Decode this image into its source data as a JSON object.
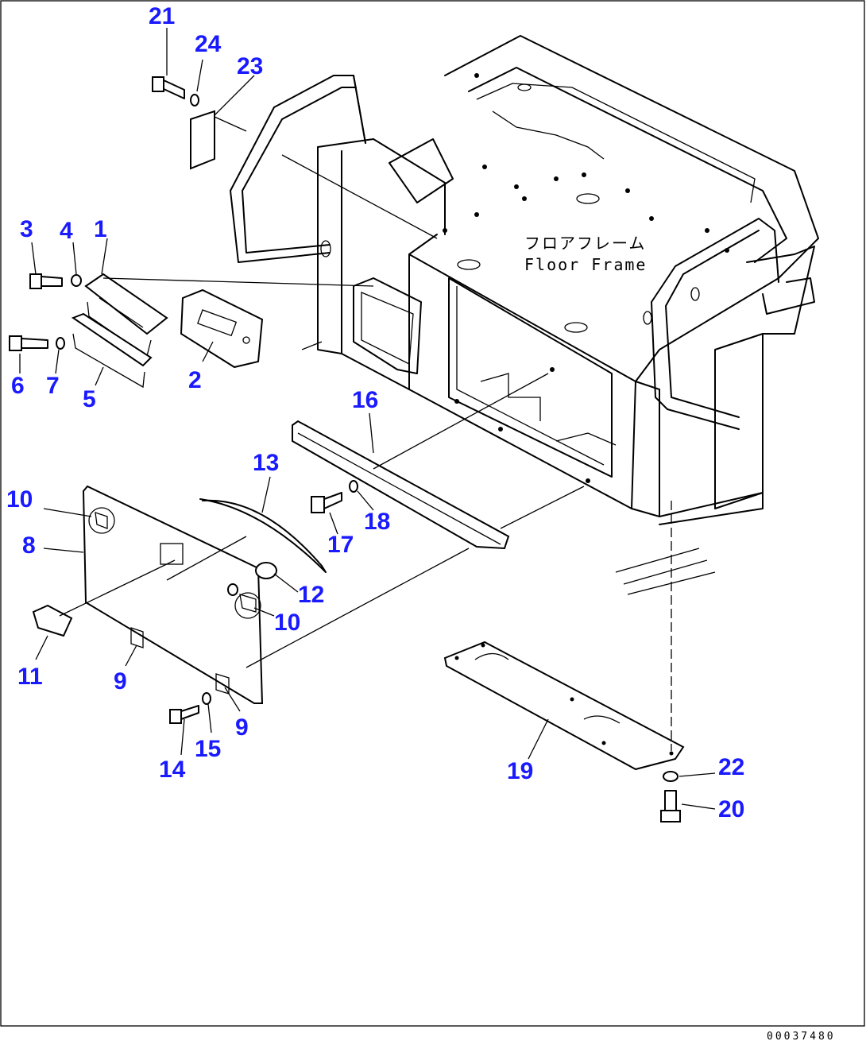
{
  "frame_label": {
    "japanese": "フロアフレーム",
    "english": "Floor Frame"
  },
  "document_number": "00037480",
  "callouts": [
    {
      "id": "1",
      "text": "1"
    },
    {
      "id": "2",
      "text": "2"
    },
    {
      "id": "3",
      "text": "3"
    },
    {
      "id": "4",
      "text": "4"
    },
    {
      "id": "5",
      "text": "5"
    },
    {
      "id": "6",
      "text": "6"
    },
    {
      "id": "7",
      "text": "7"
    },
    {
      "id": "8",
      "text": "8"
    },
    {
      "id": "9a",
      "text": "9"
    },
    {
      "id": "9b",
      "text": "9"
    },
    {
      "id": "10a",
      "text": "10"
    },
    {
      "id": "10b",
      "text": "10"
    },
    {
      "id": "11",
      "text": "11"
    },
    {
      "id": "12",
      "text": "12"
    },
    {
      "id": "13",
      "text": "13"
    },
    {
      "id": "14",
      "text": "14"
    },
    {
      "id": "15",
      "text": "15"
    },
    {
      "id": "16",
      "text": "16"
    },
    {
      "id": "17",
      "text": "17"
    },
    {
      "id": "18",
      "text": "18"
    },
    {
      "id": "19",
      "text": "19"
    },
    {
      "id": "20",
      "text": "20"
    },
    {
      "id": "21",
      "text": "21"
    },
    {
      "id": "22",
      "text": "22"
    },
    {
      "id": "23",
      "text": "23"
    },
    {
      "id": "24",
      "text": "24"
    }
  ],
  "colors": {
    "callout": "#1a1aff",
    "line": "#000000",
    "background": "#ffffff"
  }
}
